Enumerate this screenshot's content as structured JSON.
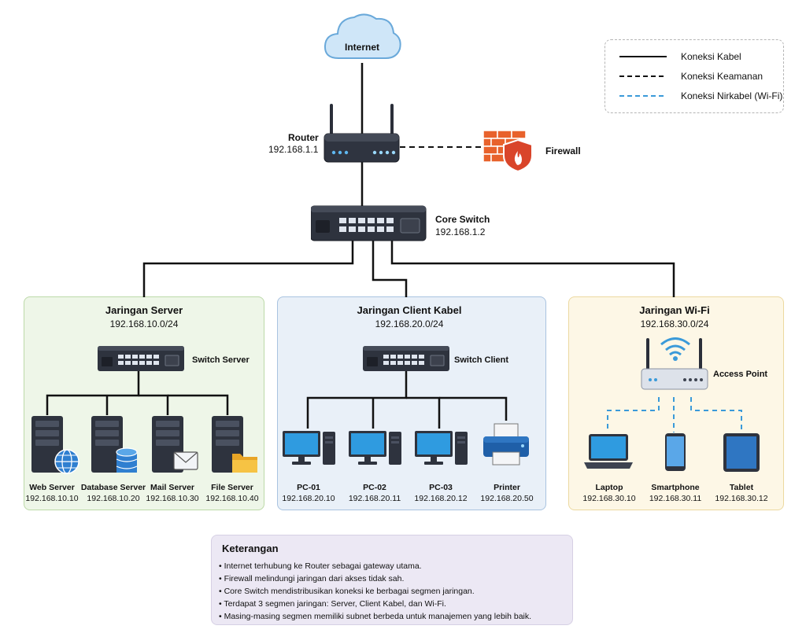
{
  "internet": {
    "label": "Internet"
  },
  "router": {
    "label": "Router",
    "ip": "192.168.1.1"
  },
  "firewall": {
    "label": "Firewall"
  },
  "core_switch": {
    "label": "Core Switch",
    "ip": "192.168.1.2"
  },
  "legend": {
    "items": [
      {
        "label": "Koneksi Kabel",
        "style": "solid",
        "color": "#111111"
      },
      {
        "label": "Koneksi Keamanan",
        "style": "dashed",
        "color": "#111111"
      },
      {
        "label": "Koneksi Nirkabel (Wi-Fi)",
        "style": "dashed",
        "color": "#3a9ad9"
      }
    ]
  },
  "zones": {
    "server": {
      "title": "Jaringan Server",
      "subnet": "192.168.10.0/24",
      "switch_label": "Switch Server",
      "bg": "#eef6e8",
      "border": "#bcd9a8",
      "devices": [
        {
          "name": "Web Server",
          "ip": "192.168.10.10",
          "icon": "globe-icon"
        },
        {
          "name": "Database Server",
          "ip": "192.168.10.20",
          "icon": "database-icon"
        },
        {
          "name": "Mail Server",
          "ip": "192.168.10.30",
          "icon": "mail-icon"
        },
        {
          "name": "File Server",
          "ip": "192.168.10.40",
          "icon": "folder-icon"
        }
      ]
    },
    "client": {
      "title": "Jaringan Client Kabel",
      "subnet": "192.168.20.0/24",
      "switch_label": "Switch Client",
      "bg": "#e9f0f8",
      "border": "#a9c3e0",
      "devices": [
        {
          "name": "PC-01",
          "ip": "192.168.20.10",
          "icon": "pc-icon"
        },
        {
          "name": "PC-02",
          "ip": "192.168.20.11",
          "icon": "pc-icon"
        },
        {
          "name": "PC-03",
          "ip": "192.168.20.12",
          "icon": "pc-icon"
        },
        {
          "name": "Printer",
          "ip": "192.168.20.50",
          "icon": "printer-icon"
        }
      ]
    },
    "wifi": {
      "title": "Jaringan Wi-Fi",
      "subnet": "192.168.30.0/24",
      "ap_label": "Access Point",
      "bg": "#fdf7e6",
      "border": "#ecd9a0",
      "devices": [
        {
          "name": "Laptop",
          "ip": "192.168.30.10",
          "icon": "laptop-icon"
        },
        {
          "name": "Smartphone",
          "ip": "192.168.30.11",
          "icon": "smartphone-icon"
        },
        {
          "name": "Tablet",
          "ip": "192.168.30.12",
          "icon": "tablet-icon"
        }
      ]
    }
  },
  "notes": {
    "title": "Keterangan",
    "items": [
      "Internet terhubung ke Router sebagai gateway utama.",
      "Firewall melindungi jaringan dari akses tidak sah.",
      "Core Switch mendistribusikan koneksi ke berbagai segmen jaringan.",
      "Terdapat 3 segmen jaringan: Server, Client Kabel, dan Wi-Fi.",
      "Masing-masing segmen memiliki subnet berbeda untuk manajemen yang lebih baik."
    ]
  }
}
